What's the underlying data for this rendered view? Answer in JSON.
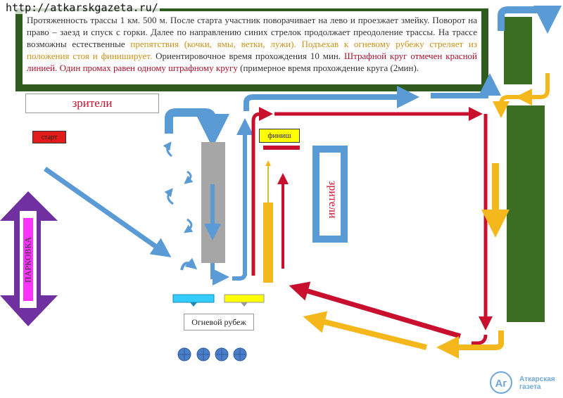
{
  "watermark": "http://atkarskgazeta.ru/",
  "info": {
    "part1": "Протяженность трассы 1 км. 500 м. После старта участник поворачивает на лево и проезжает змейку. Поворот на право – заезд и спуск с горки. Далее по направлению синих стрелок продолжает преодоление трассы. На трассе возможны естественные ",
    "obstacles": "препятствия (кочки, ямы, ветки, лужи). Подъехав к огневому рубежу стреляет из положения стоя и финиширует.",
    "time_info": " Ориентировочное время прохождения 10 мин. ",
    "penalty": "Штрафной круг отмечен красной линией. Один промах равен одному штрафному кругу",
    "part2": " (примерное время прохождение круга (2мин)."
  },
  "labels": {
    "spectators_top": "зрители",
    "spectators_right": "зрители",
    "start": "старт",
    "finish": "финиш",
    "firing_line": "Огневой рубеж",
    "parking": "ПАРКОВКА"
  },
  "logo": {
    "glyph": "Аг",
    "line1": "Аткарская",
    "line2": "газета"
  },
  "colors": {
    "blue_route": "#5b9bd5",
    "red_penalty": "#c8102e",
    "yellow_route": "#f4b81c",
    "green_block": "#3b6e22",
    "gray_snake": "#a6a6a6",
    "parking": "#7030a0",
    "cyan_pad": "#33ccff",
    "yellow_pad": "#ffff00"
  }
}
